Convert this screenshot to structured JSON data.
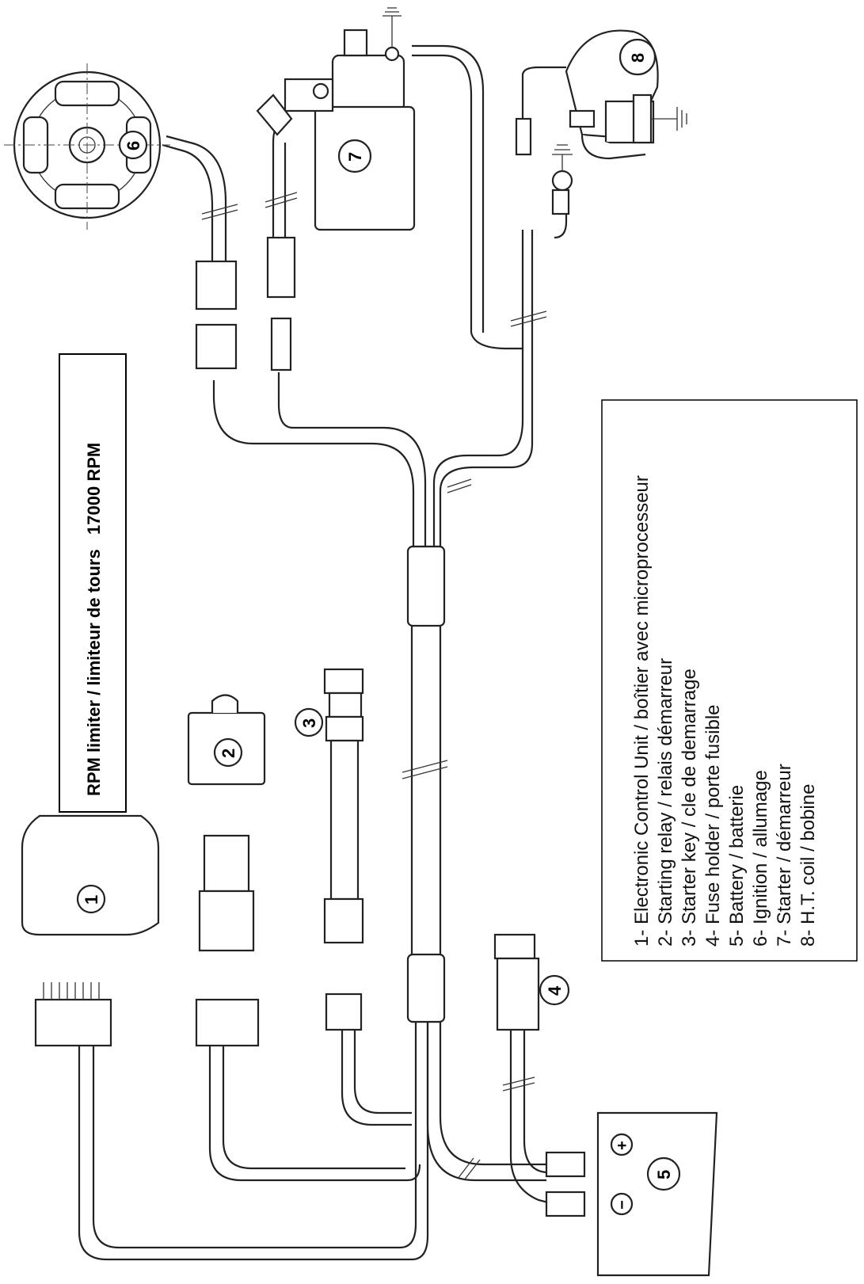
{
  "title": "RPM limiter / limiteur de tours   17000 RPM",
  "legend": [
    {
      "number": "1",
      "text": "1- Electronic Control Unit / boîtier avec microprocesseur"
    },
    {
      "number": "2",
      "text": "2- Starting relay / relais démarreur"
    },
    {
      "number": "3",
      "text": "3- Starter key / cle de demarrage"
    },
    {
      "number": "4",
      "text": "4- Fuse holder / porte fusible"
    },
    {
      "number": "5",
      "text": "5- Battery / batterie"
    },
    {
      "number": "6",
      "text": "6- Ignition / allumage"
    },
    {
      "number": "7",
      "text": "7- Starter / démarreur"
    },
    {
      "number": "8",
      "text": "8- H.T. coil / bobine"
    }
  ],
  "callouts": {
    "c1": "1",
    "c2": "2",
    "c3": "3",
    "c4": "4",
    "c5": "5",
    "c6": "6",
    "c7": "7",
    "c8": "8"
  },
  "battery_terminals": {
    "plus": "+",
    "minus": "−"
  }
}
